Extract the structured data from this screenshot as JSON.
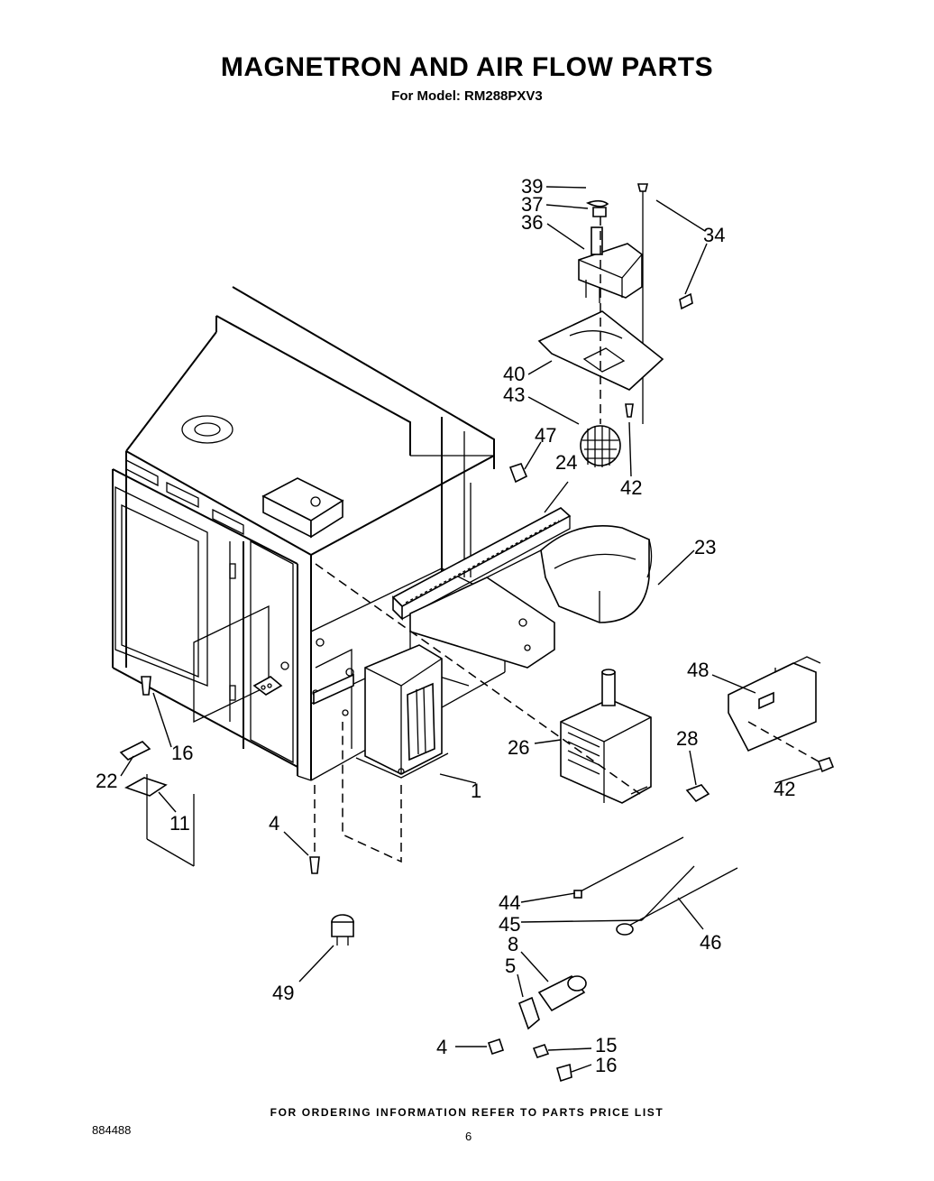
{
  "header": {
    "title": "MAGNETRON AND AIR FLOW PARTS",
    "subtitle": "For Model: RM288PXV3"
  },
  "footer": {
    "ordering_note": "FOR ORDERING INFORMATION REFER TO PARTS PRICE LIST",
    "document_code": "884488",
    "page_number": "6"
  },
  "callouts": {
    "c39": "39",
    "c37": "37",
    "c36": "36",
    "c34": "34",
    "c40": "40",
    "c43": "43",
    "c47": "47",
    "c24": "24",
    "c42a": "42",
    "c23": "23",
    "c48": "48",
    "c16a": "16",
    "c22": "22",
    "c11": "11",
    "c26": "26",
    "c28": "28",
    "c42b": "42",
    "c1": "1",
    "c4a": "4",
    "c44": "44",
    "c45": "45",
    "c46": "46",
    "c8": "8",
    "c5": "5",
    "c49": "49",
    "c4b": "4",
    "c15": "15",
    "c16b": "16"
  }
}
